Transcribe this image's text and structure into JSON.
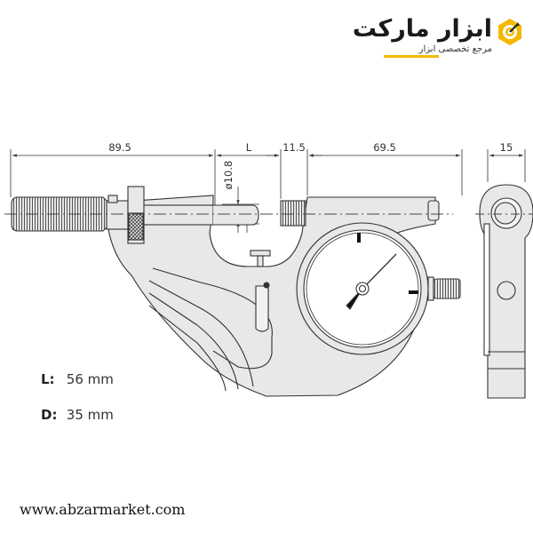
{
  "logo": {
    "title": "ابزار مارکت",
    "subtitle": "مرجع تخصصی ابزار",
    "accent_color": "#f5b800",
    "icon": "target-arrow-icon"
  },
  "dimensions": {
    "overall_left": "89.5",
    "throat_length": "L",
    "anvil_width": "11.5",
    "dial_width": "69.5",
    "side_thickness": "15",
    "spindle_diameter": "ø10.8",
    "depth": "D"
  },
  "specs": [
    {
      "key": "L:",
      "value": "56 mm"
    },
    {
      "key": "D:",
      "value": "35 mm"
    }
  ],
  "website": "www.abzarmarket.com"
}
